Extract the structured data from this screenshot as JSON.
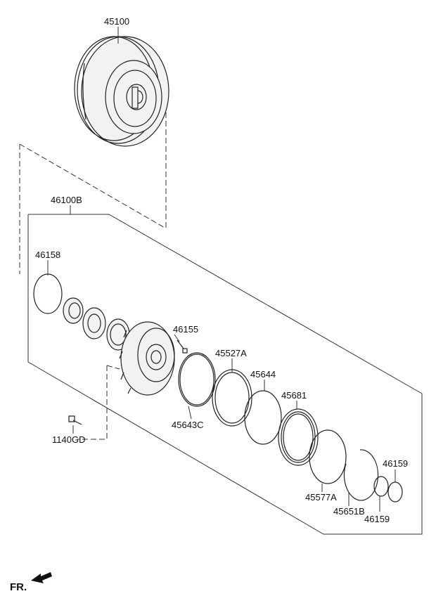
{
  "callouts": [
    {
      "id": "45100",
      "text": "45100"
    },
    {
      "id": "46100B",
      "text": "46100B"
    },
    {
      "id": "46158",
      "text": "46158"
    },
    {
      "id": "46155",
      "text": "46155"
    },
    {
      "id": "45527A",
      "text": "45527A"
    },
    {
      "id": "45644",
      "text": "45644"
    },
    {
      "id": "45681",
      "text": "45681"
    },
    {
      "id": "45643C",
      "text": "45643C"
    },
    {
      "id": "1140GD",
      "text": "1140GD"
    },
    {
      "id": "46159a",
      "text": "46159"
    },
    {
      "id": "45577A",
      "text": "45577A"
    },
    {
      "id": "45651B",
      "text": "45651B"
    },
    {
      "id": "46159b",
      "text": "46159"
    }
  ],
  "direction": {
    "text": "FR."
  }
}
